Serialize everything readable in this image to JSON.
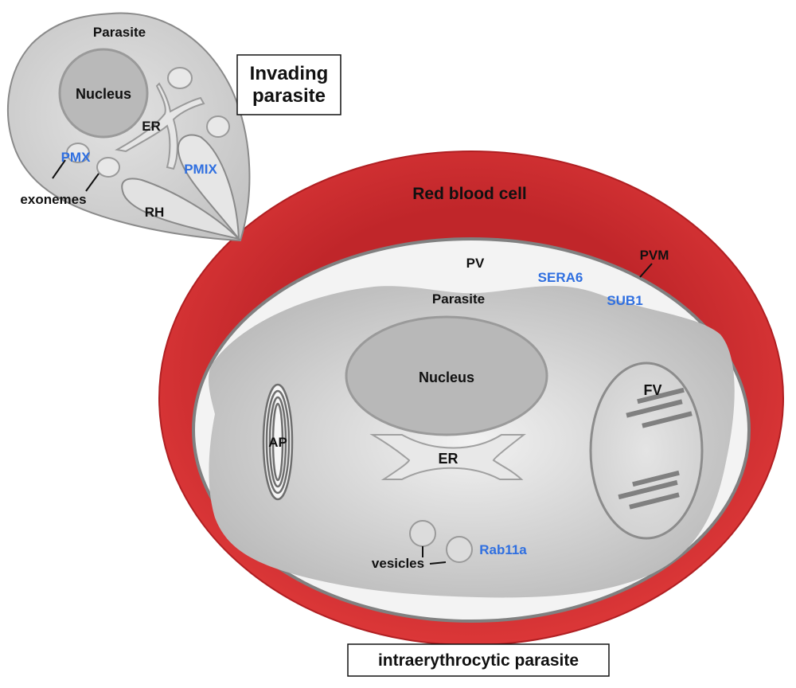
{
  "colors": {
    "rbc_red": "#d42f2f",
    "rbc_red_dark": "#b51f22",
    "pv_white": "#f4f4f4",
    "parasite_grey": "#cfcfcf",
    "organelle_grey": "#b9b9b9",
    "outline_grey": "#8a8a8a",
    "protein_blue": "#2f6fe0",
    "label_black": "#111111"
  },
  "invading": {
    "box_line1": "Invading",
    "box_line2": "parasite",
    "parasite_label": "Parasite",
    "nucleus_label": "Nucleus",
    "er_label": "ER",
    "pmx_label": "PMX",
    "pmix_label": "PMIX",
    "exonemes_label": "exonemes",
    "rh_label": "RH"
  },
  "intracellular": {
    "box_label": "intraerythrocytic parasite",
    "rbc_label": "Red blood cell",
    "pv_label": "PV",
    "pvm_label": "PVM",
    "sera6_label": "SERA6",
    "sub1_label": "SUB1",
    "parasite_label": "Parasite",
    "nucleus_label": "Nucleus",
    "fv_label": "FV",
    "ap_label": "AP",
    "er_label": "ER",
    "vesicles_label": "vesicles",
    "rab11a_label": "Rab11a"
  },
  "icons": [
    "parasite-cell-icon",
    "red-blood-cell-icon",
    "nucleus-icon",
    "food-vacuole-icon",
    "apicoplast-icon",
    "vesicle-icon"
  ]
}
